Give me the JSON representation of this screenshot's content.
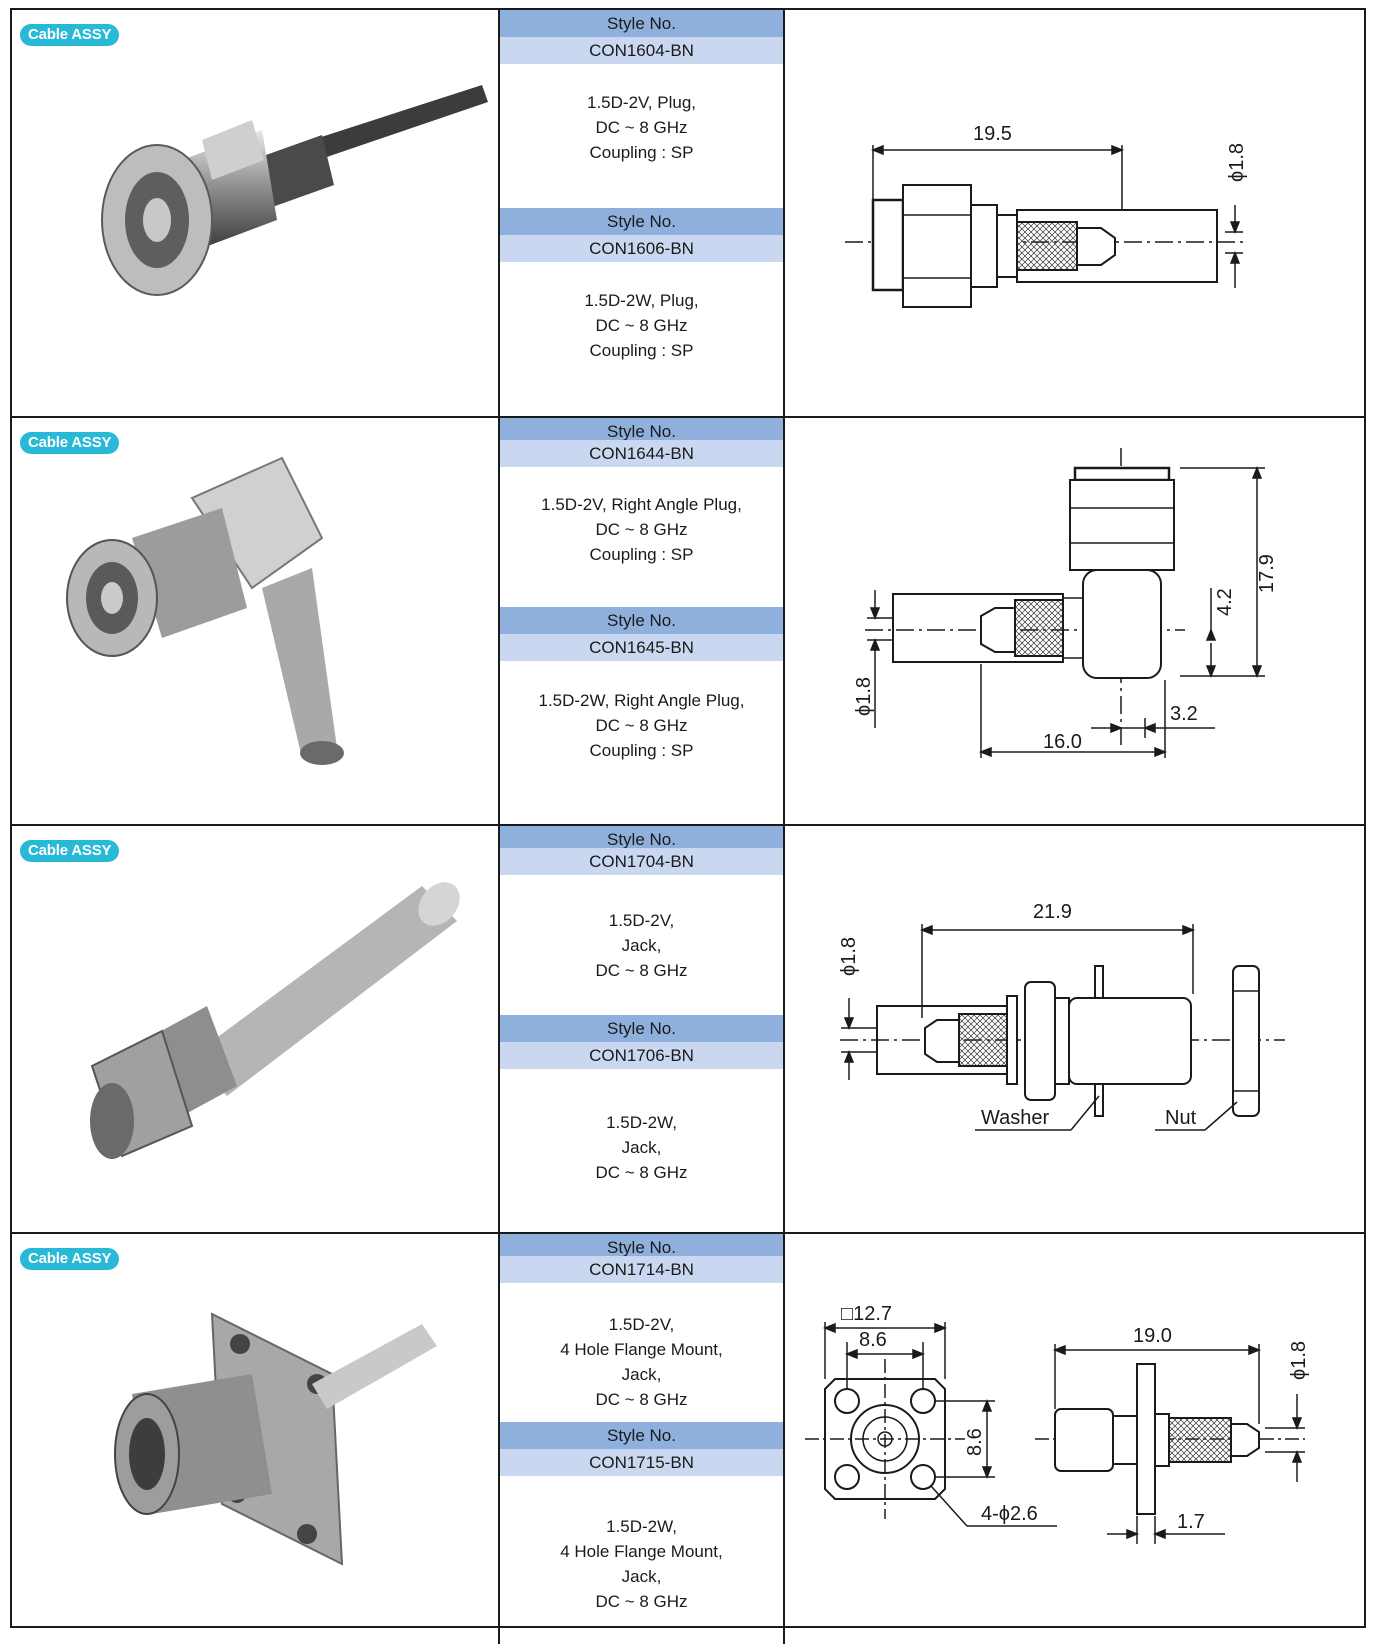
{
  "badge_label": "Cable ASSY",
  "style_heading": "Style No.",
  "rows": [
    {
      "products": [
        {
          "style_no": "CON1604-BN",
          "lines": [
            "1.5D-2V, Plug,",
            "DC ~ 8 GHz",
            "Coupling : SP"
          ]
        },
        {
          "style_no": "CON1606-BN",
          "lines": [
            "1.5D-2W, Plug,",
            "DC ~ 8 GHz",
            "Coupling : SP"
          ]
        }
      ],
      "dimensions": {
        "length": "19.5",
        "diameter": "ϕ1.8"
      }
    },
    {
      "products": [
        {
          "style_no": "CON1644-BN",
          "lines": [
            "1.5D-2V, Right Angle Plug,",
            "DC ~ 8 GHz",
            "Coupling : SP"
          ]
        },
        {
          "style_no": "CON1645-BN",
          "lines": [
            "1.5D-2W, Right Angle Plug,",
            "DC ~ 8 GHz",
            "Coupling : SP"
          ]
        }
      ],
      "dimensions": {
        "height": "17.9",
        "offset": "4.2",
        "diameter": "ϕ1.8",
        "tip": "3.2",
        "length": "16.0"
      }
    },
    {
      "products": [
        {
          "style_no": "CON1704-BN",
          "lines": [
            "1.5D-2V,",
            "Jack,",
            "DC ~ 8 GHz"
          ]
        },
        {
          "style_no": "CON1706-BN",
          "lines": [
            "1.5D-2W,",
            "Jack,",
            "DC ~ 8 GHz"
          ]
        }
      ],
      "dimensions": {
        "length": "21.9",
        "diameter": "ϕ1.8",
        "washer": "Washer",
        "nut": "Nut"
      }
    },
    {
      "products": [
        {
          "style_no": "CON1714-BN",
          "lines": [
            "1.5D-2V,",
            "4 Hole Flange Mount,",
            "Jack,",
            "DC ~ 8 GHz"
          ]
        },
        {
          "style_no": "CON1715-BN",
          "lines": [
            "1.5D-2W,",
            "4 Hole Flange Mount,",
            "Jack,",
            "DC ~ 8 GHz"
          ]
        }
      ],
      "dimensions": {
        "flange": "□12.7",
        "hole_pitch_x": "8.6",
        "hole_pitch_y": "8.6",
        "holes": "4-ϕ2.6",
        "length": "19.0",
        "diameter": "ϕ1.8",
        "flange_thickness": "1.7"
      }
    }
  ]
}
